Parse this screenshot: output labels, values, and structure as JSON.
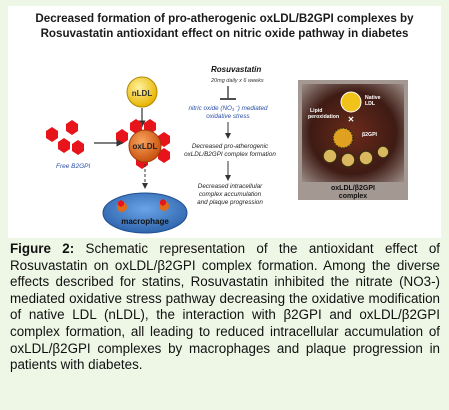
{
  "figure": {
    "title_line1": "Decreased formation of pro-atherogenic oxLDL/B2GPI complexes by",
    "title_line2": "Rosuvastatin antioxidant effect on nitric oxide pathway in diabetes",
    "left_panel": {
      "nldl_label": "nLDL",
      "oxldl_label": "oxLDL",
      "free_b2gpi_label": "Free B2GPI",
      "macrophage_label": "macrophage"
    },
    "middle_panel": {
      "drug_name": "Rosuvastatin",
      "dose": "20mg daily x 6 weeks",
      "step1_line1": "nitric oxide (NO₃⁻) mediated",
      "step1_line2": "oxidative stress",
      "step2_line1": "Decreased pro-atherogenic",
      "step2_line2": "oxLDL/B2GPI complex formation",
      "step3_line1": "Decreased intracellular",
      "step3_line2": "complex accumulation",
      "step3_line3": "and plaque progression"
    },
    "right_panel": {
      "native_ldl_label_line1": "Native",
      "native_ldl_label_line2": "LDL",
      "lipid_perox_line1": "Lipid",
      "lipid_perox_line2": "peroxidation",
      "b2gpi_label": "β2GPI",
      "complex_label_line1": "oxLDL/β2GPI",
      "complex_label_line2": "complex"
    }
  },
  "caption": {
    "figure_label": "Figure 2:",
    "text": "Schematic representation of the antioxidant effect of Rosuvastatin on oxLDL/β2GPI complex formation. Among the diverse effects described for statins, Rosuvastatin inhibited the nitrate (NO3-) mediated oxidative stress pathway decreasing the oxidative modification of native LDL (nLDL), the interaction with β2GPI and oxLDL/β2GPI complex formation, all leading to reduced intracellular accumulation of oxLDL/β2GPI complexes by macrophages and plaque progression in patients with diabetes."
  },
  "colors": {
    "background": "#eef6e6",
    "hexagon_red": "#e8141c",
    "nldl_yellow": "#f2c200",
    "oxldl_orange": "#e06a1a",
    "macrophage_blue": "#3b78c4",
    "inhibit_text_blue": "#2a4fa8"
  }
}
